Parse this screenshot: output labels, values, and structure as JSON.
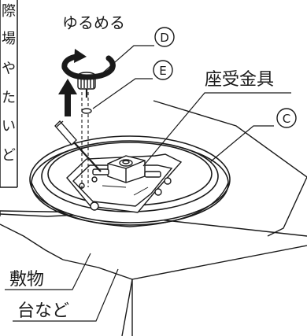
{
  "side_note": {
    "chars": [
      "際",
      "場",
      "や",
      "た",
      "い",
      "ど"
    ]
  },
  "labels": {
    "loosen": "ゆるめる",
    "part_d": "D",
    "part_e": "E",
    "part_c": "C",
    "seat_bracket": "座受金具",
    "rug": "敷物",
    "stand": "台など"
  },
  "icons": {
    "rotate_arrow": "curved-rotate-arrow-icon",
    "up_arrow": "up-arrow-icon"
  }
}
